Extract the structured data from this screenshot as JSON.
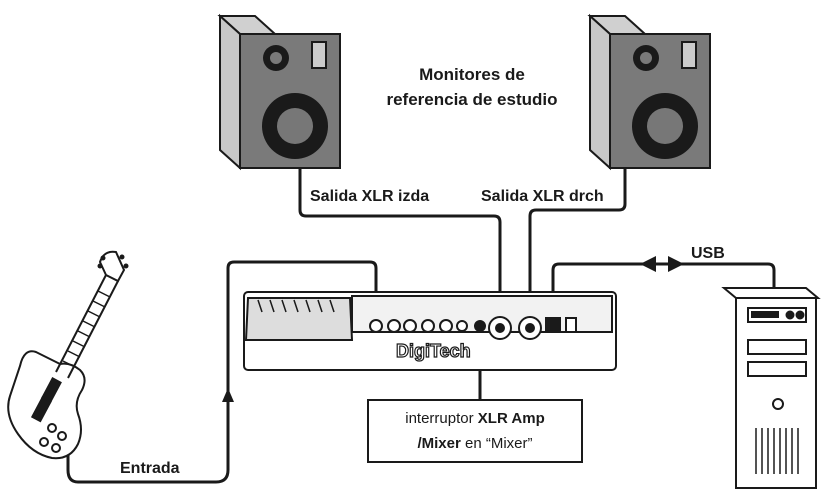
{
  "monitors_label": {
    "line1": "Monitores de",
    "line2": "referencia de estudio"
  },
  "outputs": {
    "left": "Salida XLR izda",
    "right": "Salida XLR drch"
  },
  "usb_label": "USB",
  "input_label": "Entrada",
  "switch_note": {
    "prefix": "interruptor ",
    "bold1": "XLR Amp",
    "bold2": "/Mixer",
    "suffix": " en “Mixer”"
  },
  "device_logo": "DigiTech",
  "colors": {
    "line": "#1a1a1a",
    "cabinet": "#7a7a7a",
    "cabinet_side": "#c8c8c8",
    "cone": "#1a1a1a"
  }
}
